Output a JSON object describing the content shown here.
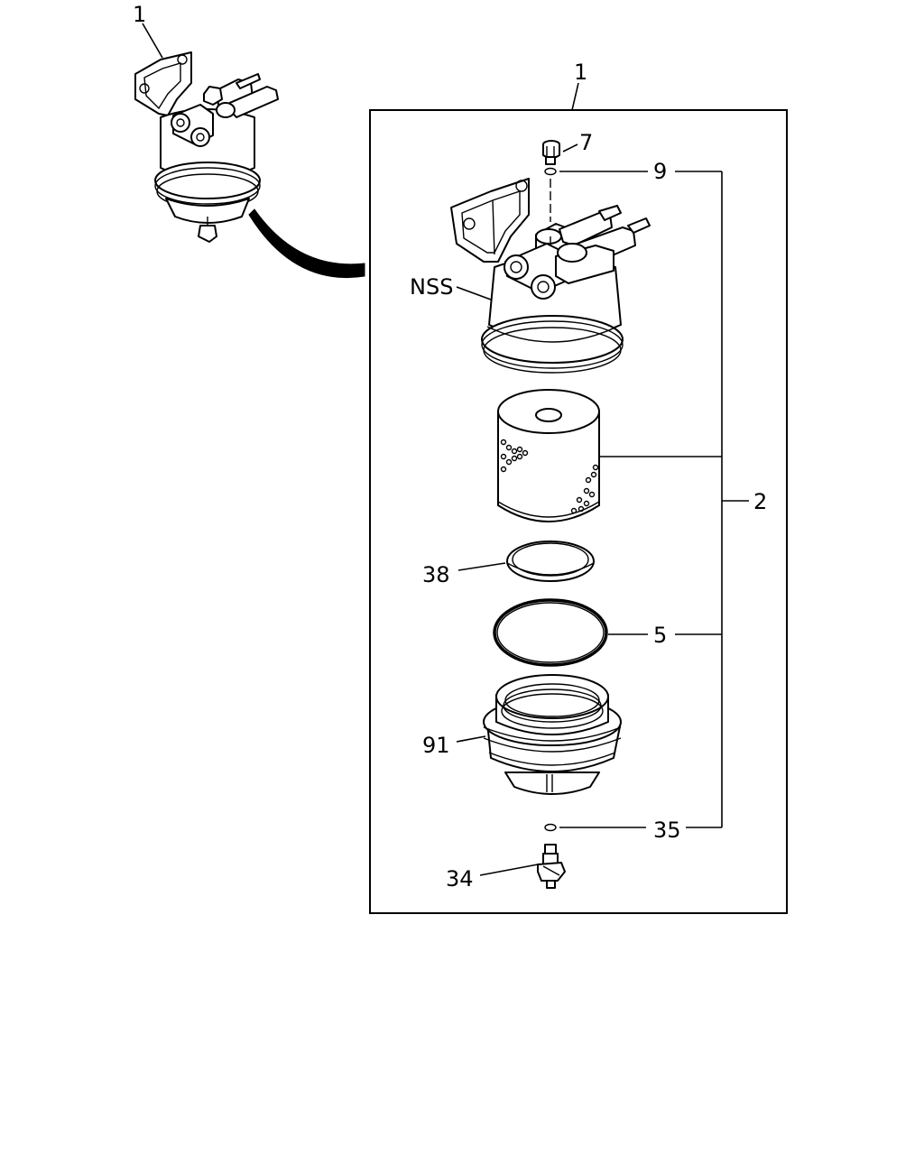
{
  "labels": {
    "overview_assembly": "1",
    "exploded_assembly": "1",
    "plug": "7",
    "plug_oring": "9",
    "kit": "2",
    "head": "NSS",
    "gasket_38": "38",
    "oring_5": "5",
    "bowl": "91",
    "drain_oring": "35",
    "drain_valve": "34"
  }
}
